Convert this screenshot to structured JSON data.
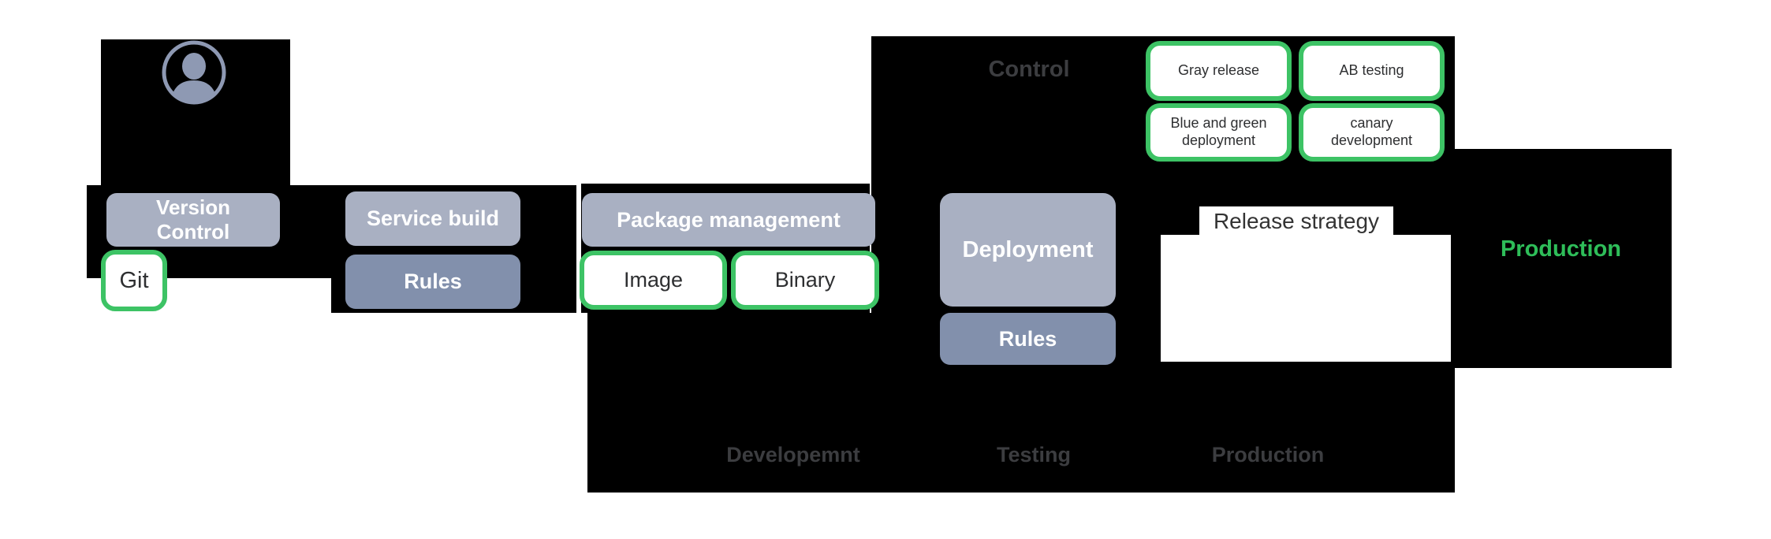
{
  "colors": {
    "green": "#2ebd59",
    "green_border": "#3dc365",
    "box_light": "#a9b0c2",
    "box_dark": "#8290ac",
    "panel": "#000000",
    "watermark": "#3c3d40",
    "text_dark": "#2e2f31",
    "avatar": "#8e99b3"
  },
  "icons": {
    "avatar": "user-avatar-icon"
  },
  "stages": {
    "version_control": {
      "label": "Version Control",
      "tool": "Git"
    },
    "service_build": {
      "label": "Service build",
      "rules": "Rules"
    },
    "package_management": {
      "label": "Package management",
      "image": "Image",
      "binary": "Binary"
    },
    "deployment": {
      "label": "Deployment",
      "rules": "Rules"
    },
    "release_strategy": {
      "label": "Release strategy",
      "gray_release": "Gray release",
      "ab_testing": "AB testing",
      "blue_green": "Blue and green deployment",
      "canary": "canary development"
    },
    "production": {
      "label": "Production"
    }
  },
  "watermarks": {
    "control": "Control",
    "development": "Developemnt",
    "testing": "Testing",
    "production": "Production"
  }
}
